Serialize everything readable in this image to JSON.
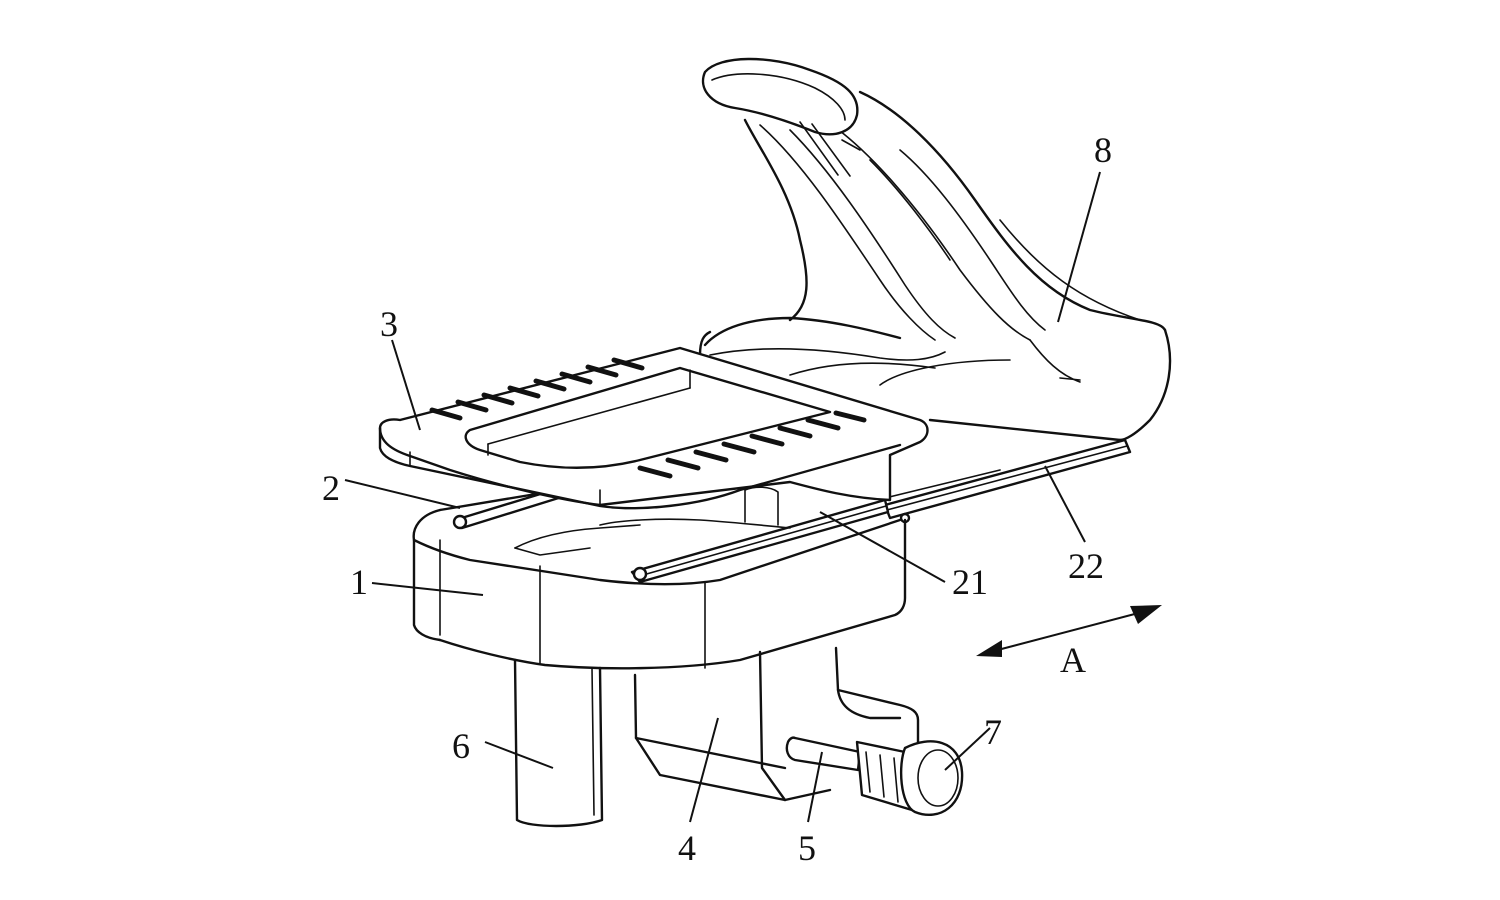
{
  "figure": {
    "type": "patent-perspective-drawing",
    "subject": "vehicle seat mounted on sliding base with height-adjustable post",
    "line_color": "#111111",
    "background": "#ffffff"
  },
  "labels": [
    {
      "id": "1",
      "text": "1",
      "part": "base housing"
    },
    {
      "id": "2",
      "text": "2",
      "part": "rail mount"
    },
    {
      "id": "3",
      "text": "3",
      "part": "slotted frame plate"
    },
    {
      "id": "4",
      "text": "4",
      "part": "bracket block"
    },
    {
      "id": "5",
      "text": "5",
      "part": "shaft"
    },
    {
      "id": "6",
      "text": "6",
      "part": "support column"
    },
    {
      "id": "7",
      "text": "7",
      "part": "adjustment knob"
    },
    {
      "id": "8",
      "text": "8",
      "part": "seat"
    },
    {
      "id": "21",
      "text": "21",
      "part": "first rail"
    },
    {
      "id": "22",
      "text": "22",
      "part": "second rail"
    }
  ],
  "direction": {
    "text": "A",
    "arrow": "double-headed"
  }
}
